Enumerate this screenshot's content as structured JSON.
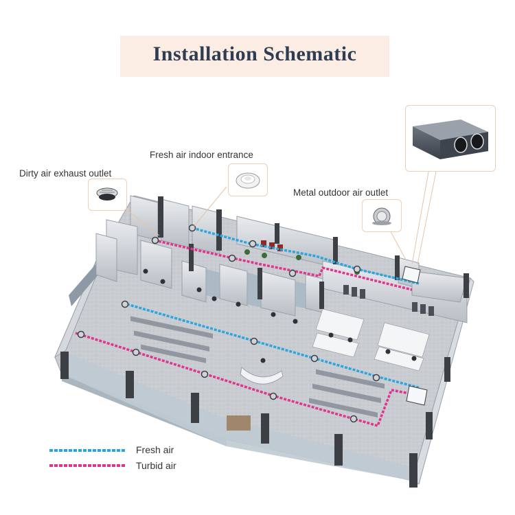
{
  "title": "Installation Schematic",
  "labels": {
    "dirty_exhaust": "Dirty air exhaust outlet",
    "fresh_entrance": "Fresh air indoor entrance",
    "metal_outlet": "Metal outdoor air outlet"
  },
  "legend": {
    "fresh": "Fresh air",
    "turbid": "Turbid air"
  },
  "colors": {
    "fresh_air": "#2aa6df",
    "turbid_air": "#e0358f",
    "title_text": "#2e3d52",
    "title_band": "#fbece4",
    "callout_border": "#efcfb5"
  }
}
